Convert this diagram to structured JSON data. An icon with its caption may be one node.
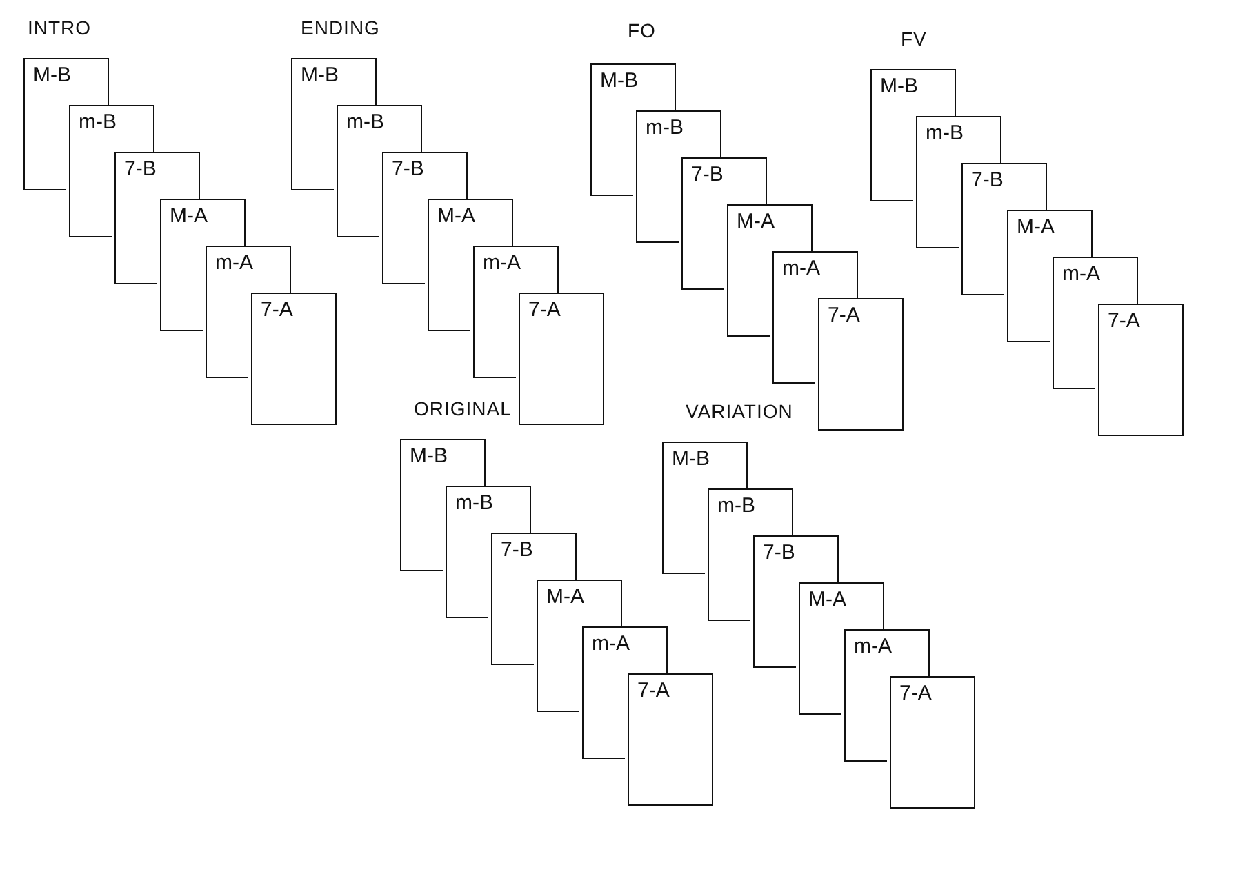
{
  "diagram": {
    "nodes": [
      {
        "text": [
          "M-B"
        ]
      },
      {
        "text": [
          "m-B"
        ]
      },
      {
        "text": [
          "7-B"
        ]
      },
      {
        "text": [
          "M-A"
        ]
      },
      {
        "text": [
          "m-A"
        ]
      },
      {
        "text": [
          "7-A"
        ]
      },
      {
        "text": [
          "M-B"
        ]
      },
      {
        "text": [
          "m-B"
        ]
      },
      {
        "text": [
          "7-B"
        ]
      },
      {
        "text": [
          "M-A"
        ]
      },
      {
        "text": [
          "m-A"
        ]
      },
      {
        "text": [
          "7-A"
        ]
      },
      {
        "text": [
          "M-B"
        ]
      },
      {
        "text": [
          "m-B"
        ]
      },
      {
        "text": [
          "7-B"
        ]
      },
      {
        "text": [
          "M-A"
        ]
      },
      {
        "text": [
          "m-A"
        ]
      },
      {
        "text": [
          "7-A"
        ]
      },
      {
        "text": [
          "M-B"
        ]
      },
      {
        "text": [
          "m-B"
        ]
      },
      {
        "text": [
          "7-B"
        ]
      },
      {
        "text": [
          "M-A"
        ]
      },
      {
        "text": [
          "m-A"
        ]
      },
      {
        "text": [
          "7-A"
        ]
      },
      {
        "text": [
          "M-B"
        ]
      },
      {
        "text": [
          "m-B"
        ]
      },
      {
        "text": [
          "7-B"
        ]
      },
      {
        "text": [
          "M-A"
        ]
      },
      {
        "text": [
          "m-A"
        ]
      },
      {
        "text": [
          "7-A"
        ]
      },
      {
        "text": [
          "M-B"
        ]
      },
      {
        "text": [
          "m-B"
        ]
      },
      {
        "text": [
          "7-B"
        ]
      },
      {
        "text": [
          "M-A"
        ]
      },
      {
        "text": [
          "m-A"
        ]
      },
      {
        "text": [
          "7-A"
        ]
      }
    ],
    "labels": [
      "INTRO",
      "ENDING",
      "FO",
      "FV",
      "ORIGINAL",
      "VARIATION"
    ]
  }
}
